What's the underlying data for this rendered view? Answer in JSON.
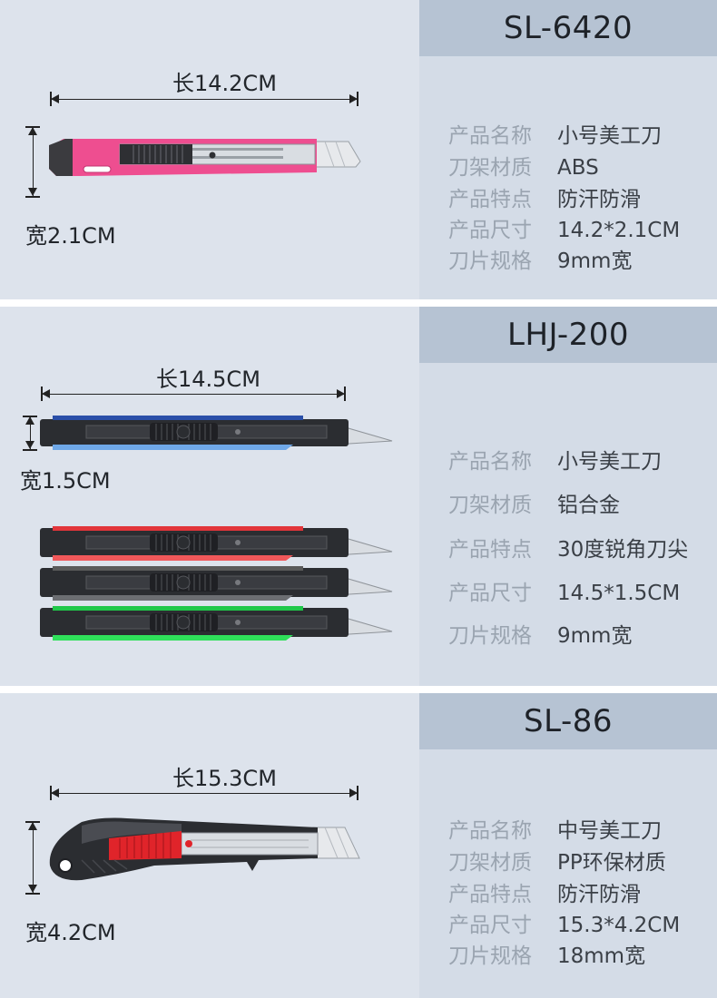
{
  "products": [
    {
      "model": "SL-6420",
      "length_label": "长14.2CM",
      "width_label": "宽2.1CM",
      "handle_color": "#ee4e90",
      "specs": [
        {
          "key": "产品名称",
          "value": "小号美工刀"
        },
        {
          "key": "刀架材质",
          "value": "ABS"
        },
        {
          "key": "产品特点",
          "value": "防汗防滑"
        },
        {
          "key": "产品尺寸",
          "value": "14.2*2.1CM"
        },
        {
          "key": "刀片规格",
          "value": "9mm宽"
        }
      ]
    },
    {
      "model": "LHJ-200",
      "length_label": "长14.5CM",
      "width_label": "宽1.5CM",
      "knife_colors": [
        "#2a4fa8",
        "#e2353a",
        "#5a5a5a",
        "#1fc84a"
      ],
      "specs": [
        {
          "key": "产品名称",
          "value": "小号美工刀"
        },
        {
          "key": "刀架材质",
          "value": "铝合金"
        },
        {
          "key": "产品特点",
          "value": "30度锐角刀尖"
        },
        {
          "key": "产品尺寸",
          "value": "14.5*1.5CM"
        },
        {
          "key": "刀片规格",
          "value": "9mm宽"
        }
      ]
    },
    {
      "model": "SL-86",
      "length_label": "长15.3CM",
      "width_label": "宽4.2CM",
      "accent_color": "#e0242a",
      "specs": [
        {
          "key": "产品名称",
          "value": "中号美工刀"
        },
        {
          "key": "刀架材质",
          "value": "PP环保材质"
        },
        {
          "key": "产品特点",
          "value": "防汗防滑"
        },
        {
          "key": "产品尺寸",
          "value": "15.3*4.2CM"
        },
        {
          "key": "刀片规格",
          "value": "18mm宽"
        }
      ]
    }
  ]
}
